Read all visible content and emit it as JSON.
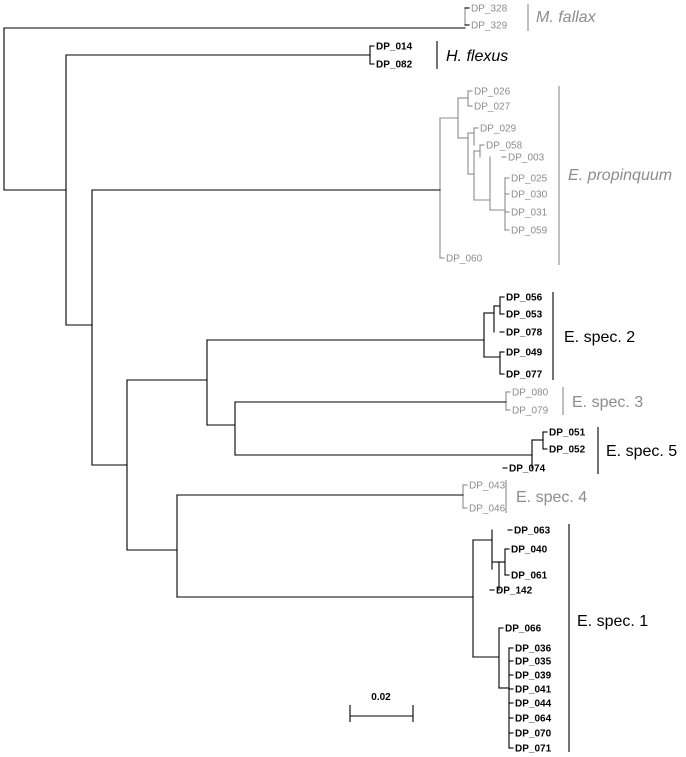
{
  "colors": {
    "black": "#000000",
    "gray": "#8c8c8c"
  },
  "tips": [
    {
      "id": "DP_328",
      "color": "gray"
    },
    {
      "id": "DP_329",
      "color": "gray"
    },
    {
      "id": "DP_014",
      "color": "black"
    },
    {
      "id": "DP_082",
      "color": "black"
    },
    {
      "id": "DP_026",
      "color": "gray"
    },
    {
      "id": "DP_027",
      "color": "gray"
    },
    {
      "id": "DP_029",
      "color": "gray"
    },
    {
      "id": "DP_058",
      "color": "gray"
    },
    {
      "id": "DP_003",
      "color": "gray"
    },
    {
      "id": "DP_025",
      "color": "gray"
    },
    {
      "id": "DP_030",
      "color": "gray"
    },
    {
      "id": "DP_031",
      "color": "gray"
    },
    {
      "id": "DP_059",
      "color": "gray"
    },
    {
      "id": "DP_060",
      "color": "gray"
    },
    {
      "id": "DP_056",
      "color": "black"
    },
    {
      "id": "DP_053",
      "color": "black"
    },
    {
      "id": "DP_078",
      "color": "black"
    },
    {
      "id": "DP_049",
      "color": "black"
    },
    {
      "id": "DP_077",
      "color": "black"
    },
    {
      "id": "DP_080",
      "color": "gray"
    },
    {
      "id": "DP_079",
      "color": "gray"
    },
    {
      "id": "DP_051",
      "color": "black"
    },
    {
      "id": "DP_052",
      "color": "black"
    },
    {
      "id": "DP_074",
      "color": "black"
    },
    {
      "id": "DP_043",
      "color": "gray"
    },
    {
      "id": "DP_046",
      "color": "gray"
    },
    {
      "id": "DP_063",
      "color": "black"
    },
    {
      "id": "DP_040",
      "color": "black"
    },
    {
      "id": "DP_061",
      "color": "black"
    },
    {
      "id": "DP_142",
      "color": "black"
    },
    {
      "id": "DP_066",
      "color": "black"
    },
    {
      "id": "DP_036",
      "color": "black"
    },
    {
      "id": "DP_035",
      "color": "black"
    },
    {
      "id": "DP_039",
      "color": "black"
    },
    {
      "id": "DP_041",
      "color": "black"
    },
    {
      "id": "DP_044",
      "color": "black"
    },
    {
      "id": "DP_064",
      "color": "black"
    },
    {
      "id": "DP_070",
      "color": "black"
    },
    {
      "id": "DP_071",
      "color": "black"
    }
  ],
  "clades": [
    {
      "label": "M. fallax",
      "italic": true,
      "color": "gray"
    },
    {
      "label": "H. flexus",
      "italic": true,
      "color": "black"
    },
    {
      "label": "E. propinquum",
      "italic": true,
      "color": "gray"
    },
    {
      "label": "E. spec. 2",
      "italic": false,
      "color": "black"
    },
    {
      "label": "E. spec. 3",
      "italic": false,
      "color": "gray"
    },
    {
      "label": "E. spec. 5",
      "italic": false,
      "color": "black"
    },
    {
      "label": "E. spec. 4",
      "italic": false,
      "color": "gray"
    },
    {
      "label": "E. spec. 1",
      "italic": false,
      "color": "black"
    }
  ],
  "scale_bar": {
    "label": "0.02"
  }
}
